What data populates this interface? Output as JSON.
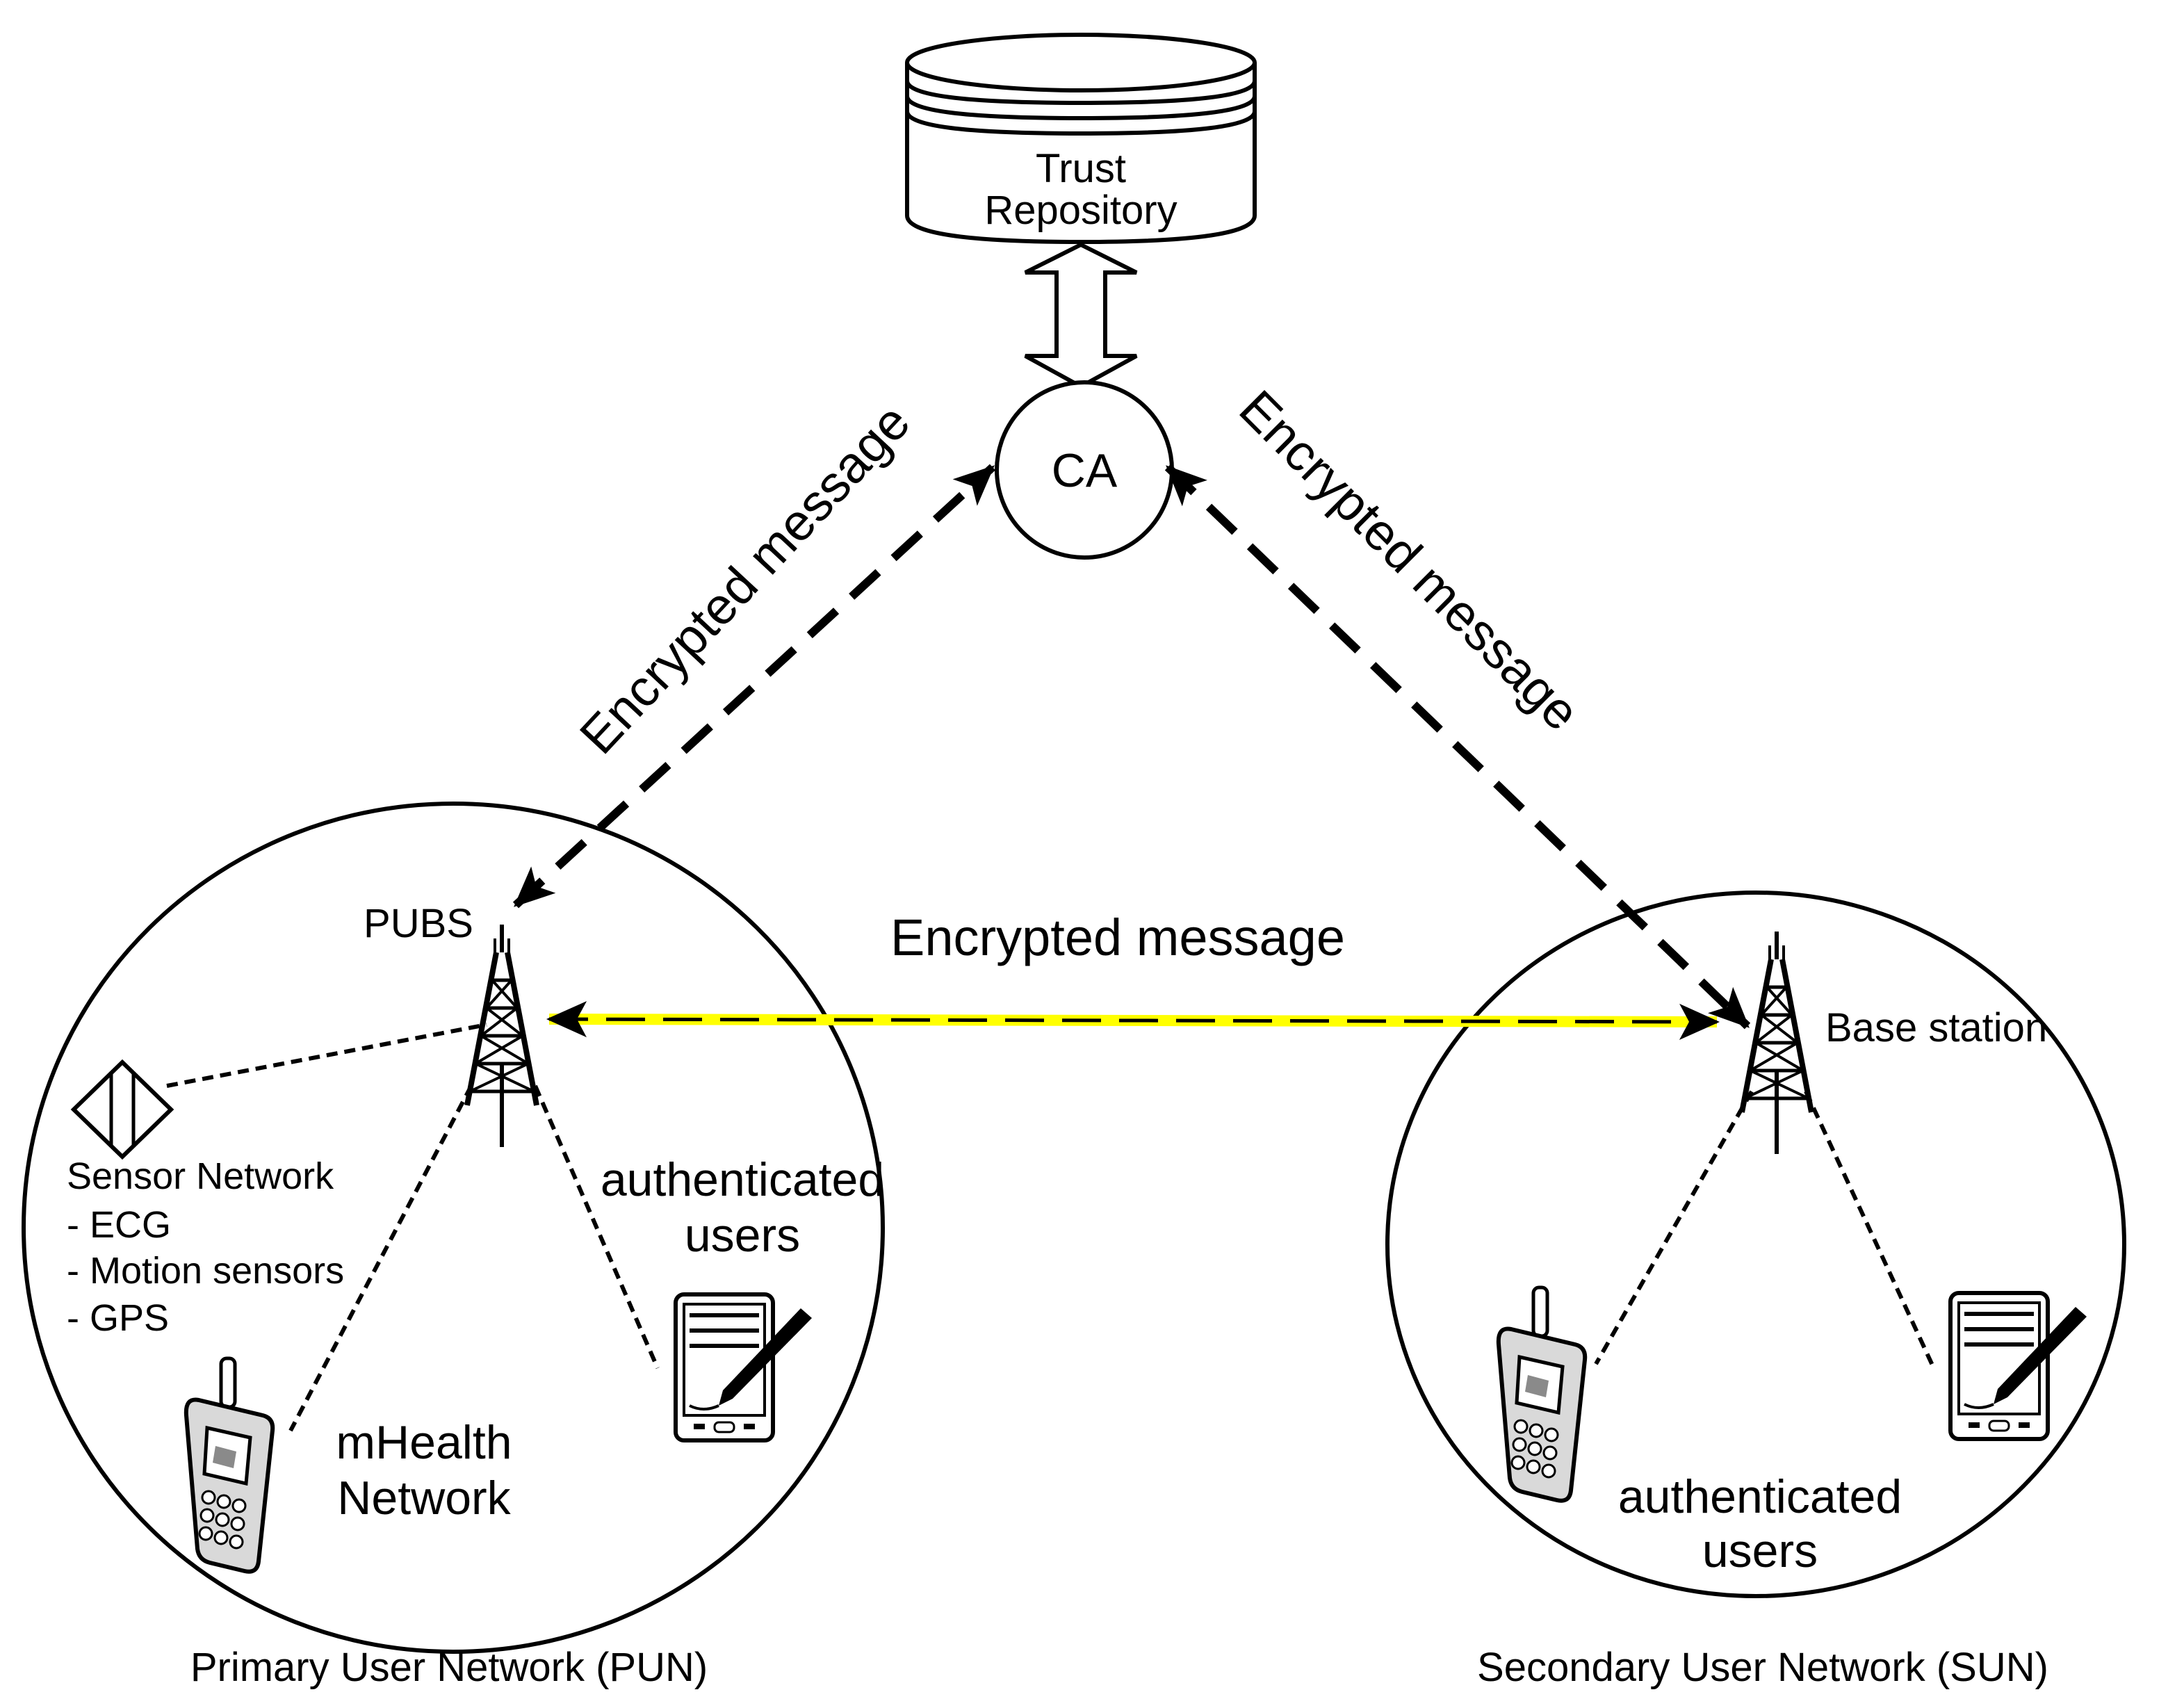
{
  "repository": {
    "line1": "Trust",
    "line2": "Repository"
  },
  "ca": {
    "label": "CA"
  },
  "edges": {
    "pun_ca": "Encrypted message",
    "sun_ca": "Encrypted message",
    "pun_sun": "Encrypted message"
  },
  "pun": {
    "tower_label": "PUBS",
    "sensor_title": "Sensor Network",
    "sensor_items": [
      "- ECG",
      "- Motion sensors",
      "- GPS"
    ],
    "auth_line1": "authenticated",
    "auth_line2": "users",
    "mhealth_line1": "mHealth",
    "mhealth_line2": "Network",
    "caption": "Primary User Network (PUN)"
  },
  "sun": {
    "tower_label": "Base station",
    "auth_line1": "authenticated",
    "auth_line2": "users",
    "caption": "Secondary User Network (SUN)"
  },
  "colors": {
    "stroke": "#000000",
    "highlight": "#ffff00",
    "phone_fill": "#d9d9d9"
  },
  "icons": [
    "database-icon",
    "double-arrow-icon",
    "tower-icon",
    "sensor-icon",
    "mobile-phone-icon",
    "pda-icon"
  ]
}
